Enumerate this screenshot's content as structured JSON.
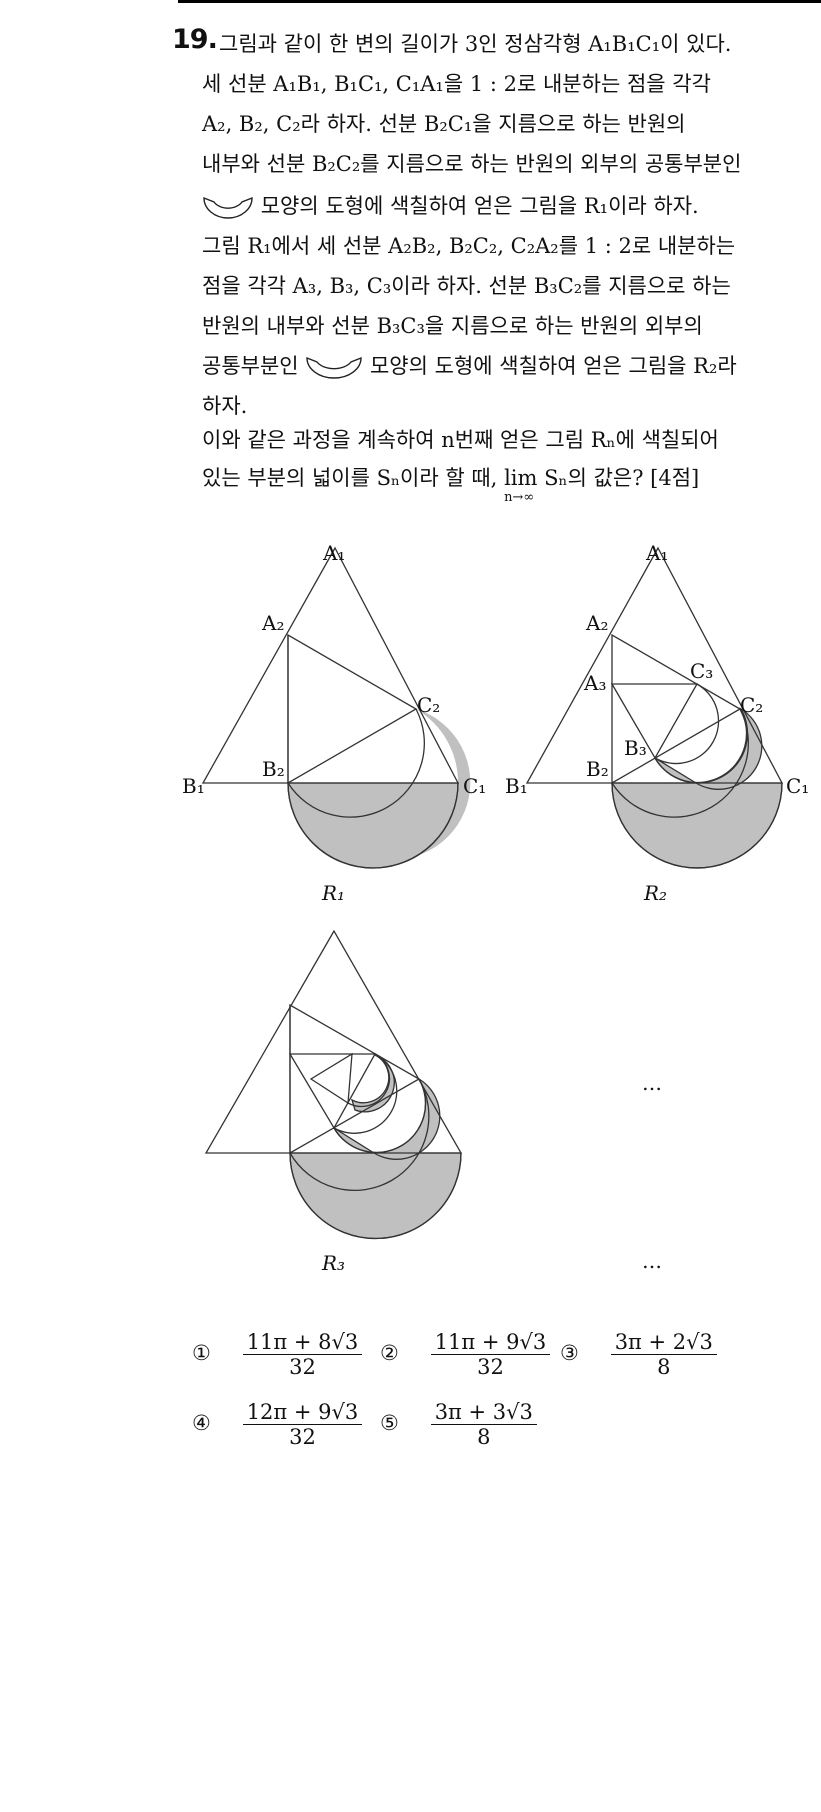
{
  "question": {
    "number": "19.",
    "lines": [
      "그림과 같이 한 변의 길이가 3인 정삼각형 A₁B₁C₁이 있다.",
      "세 선분 A₁B₁, B₁C₁, C₁A₁을 1 : 2로 내분하는 점을 각각",
      "A₂, B₂, C₂라 하자. 선분 B₂C₁을 지름으로 하는 반원의",
      "내부와 선분 B₂C₂를 지름으로 하는 반원의 외부의 공통부분인",
      "모양의 도형에 색칠하여 얻은 그림을 R₁이라 하자.",
      "그림 R₁에서 세 선분 A₂B₂, B₂C₂, C₂A₂를 1 : 2로 내분하는",
      "점을 각각 A₃, B₃, C₃이라 하자. 선분 B₃C₂를 지름으로 하는",
      "반원의 내부와 선분 B₃C₃을 지름으로 하는 반원의 외부의",
      "공통부분인",
      "모양의 도형에 색칠하여 얻은 그림을 R₂라",
      "하자.",
      "이와 같은 과정을 계속하여 n번째 얻은 그림 Rₙ에 색칠되어",
      "있는 부분의 넓이를 Sₙ이라 할 때,",
      "lim",
      "n→∞",
      "Sₙ의 값은? [4점]"
    ]
  },
  "figures": {
    "labels": {
      "r1": [
        "A₁",
        "A₂",
        "C₂",
        "B₂",
        "B₁",
        "C₁"
      ],
      "r2": [
        "A₁",
        "A₂",
        "A₃",
        "C₃",
        "C₂",
        "B₃",
        "B₂",
        "B₁",
        "C₁"
      ]
    },
    "captions": [
      "R₁",
      "R₂",
      "R₃"
    ],
    "ellipsis": [
      "…",
      "…"
    ],
    "shade_color": "#c0c0c0",
    "line_color": "#333333"
  },
  "choices": [
    {
      "mark": "①",
      "num": "11π + 8√3",
      "den": "32"
    },
    {
      "mark": "②",
      "num": "11π + 9√3",
      "den": "32"
    },
    {
      "mark": "③",
      "num": "3π + 2√3",
      "den": "8"
    },
    {
      "mark": "④",
      "num": "12π + 9√3",
      "den": "32"
    },
    {
      "mark": "⑤",
      "num": "3π + 3√3",
      "den": "8"
    }
  ]
}
